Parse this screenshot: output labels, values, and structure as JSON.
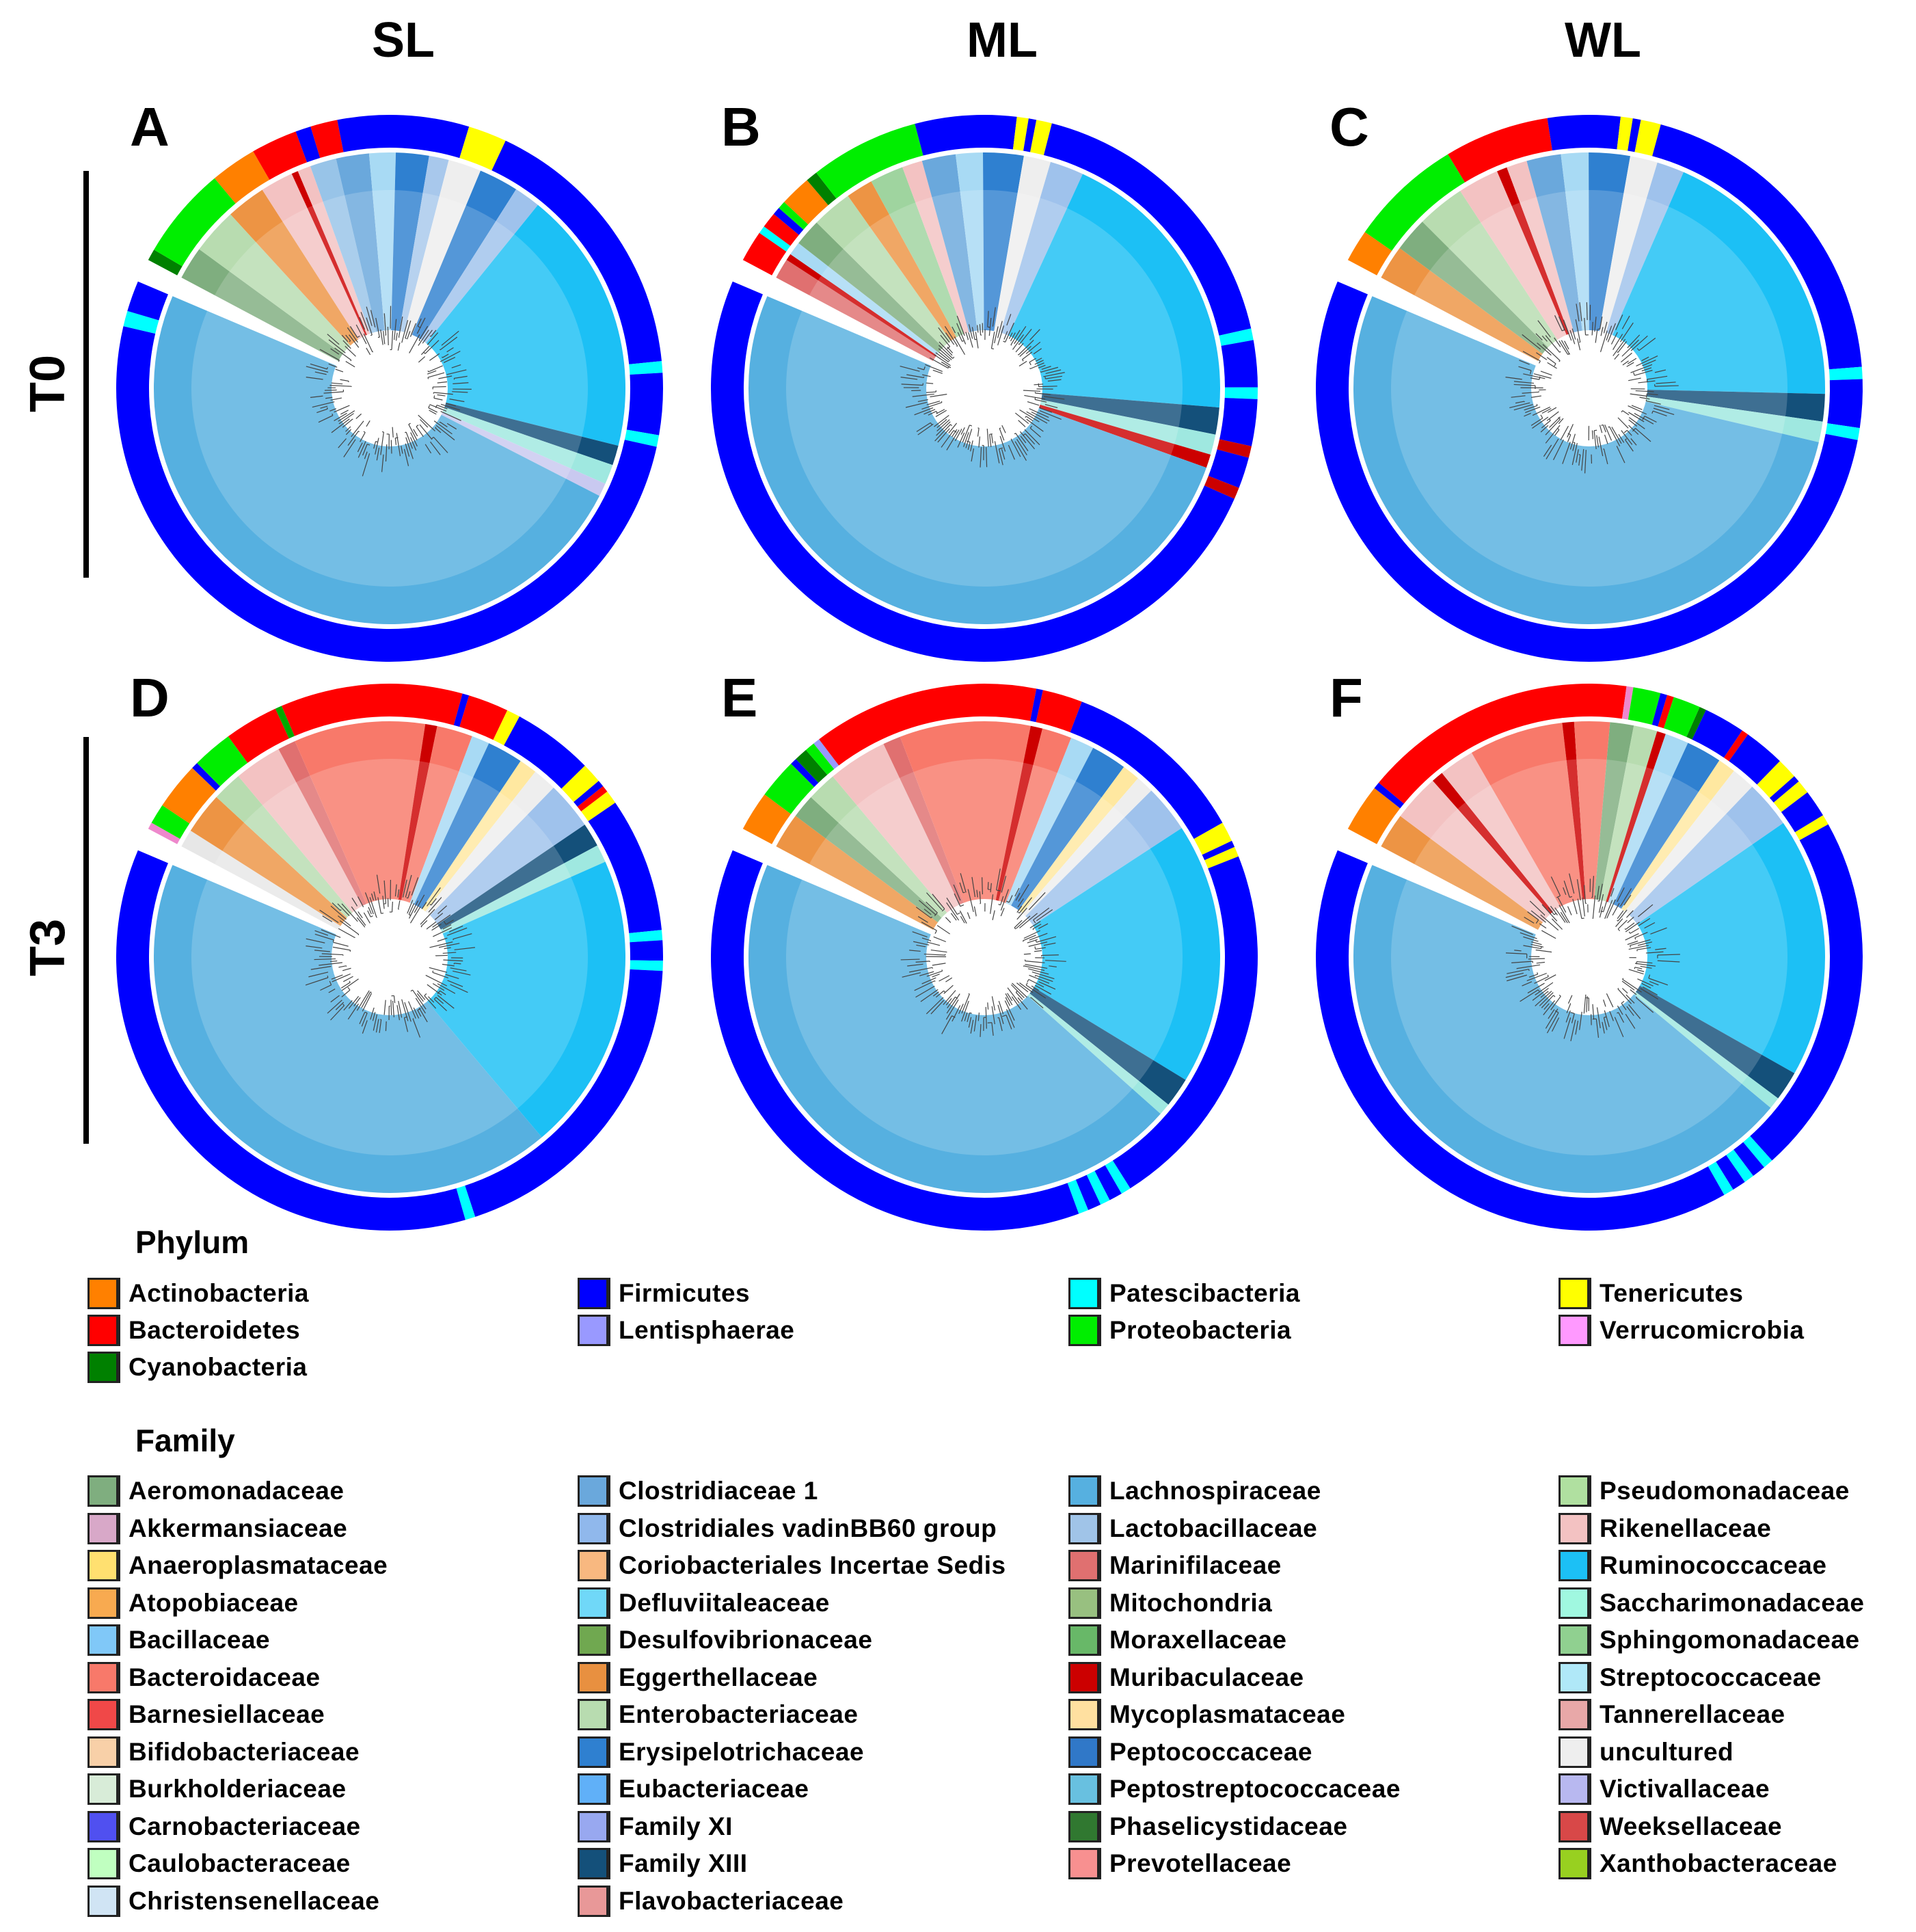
{
  "columns": [
    "SL",
    "ML",
    "WL"
  ],
  "rows": [
    "T0",
    "T3"
  ],
  "panels": [
    {
      "letter": "A",
      "phylum_ring": [
        [
          "#008000",
          1.5
        ],
        [
          "#00ee00",
          12
        ],
        [
          "#ff8000",
          6
        ],
        [
          "#ff0000",
          6
        ],
        [
          "#0000ff",
          2
        ],
        [
          "#ff0000",
          3.5
        ],
        [
          "#0000ff",
          17
        ],
        [
          "#ffff00",
          5
        ],
        [
          "#0000ff",
          36
        ],
        [
          "#00ffff",
          1.5
        ],
        [
          "#0000ff",
          8
        ],
        [
          "#00ffff",
          1.5
        ],
        [
          "#0000ff",
          110
        ],
        [
          "#00ffff",
          2
        ],
        [
          "#0000ff",
          4
        ]
      ],
      "family_wedges": [
        [
          "#7fae7f",
          5
        ],
        [
          "#b8dcb0",
          7
        ],
        [
          "#ed9444",
          6
        ],
        [
          "#f3c2c2",
          5
        ],
        [
          "#cc0000",
          1
        ],
        [
          "#f3c2c2",
          2
        ],
        [
          "#98c4e8",
          4
        ],
        [
          "#6aa8dc",
          5
        ],
        [
          "#a8daf4",
          4
        ],
        [
          "#2f80d0",
          5
        ],
        [
          "#a8c8ec",
          3
        ],
        [
          "#eeeeee",
          5
        ],
        [
          "#2f80d0",
          6
        ],
        [
          "#9fc2ec",
          4
        ],
        [
          "#1cc0f5",
          40
        ],
        [
          "#14507a",
          3
        ],
        [
          "#9fe8e0",
          3
        ],
        [
          "#c9c9f0",
          2
        ],
        [
          "#56b0e0",
          108
        ]
      ]
    },
    {
      "letter": "B",
      "phylum_ring": [
        [
          "#ff0000",
          4
        ],
        [
          "#00ffff",
          1
        ],
        [
          "#ff0000",
          2
        ],
        [
          "#0000ff",
          1
        ],
        [
          "#00ee00",
          1
        ],
        [
          "#ff8000",
          4
        ],
        [
          "#008000",
          1.5
        ],
        [
          "#00ee00",
          14
        ],
        [
          "#0000ff",
          13
        ],
        [
          "#ffff00",
          1.5
        ],
        [
          "#0000ff",
          1
        ],
        [
          "#ffff00",
          2
        ],
        [
          "#0000ff",
          38
        ],
        [
          "#00ffff",
          1.5
        ],
        [
          "#0000ff",
          6
        ],
        [
          "#00ffff",
          1.5
        ],
        [
          "#0000ff",
          6
        ],
        [
          "#cc0000",
          1.5
        ],
        [
          "#0000ff",
          4
        ],
        [
          "#cc0000",
          1.5
        ],
        [
          "#0000ff",
          108
        ]
      ],
      "family_wedges": [
        [
          "#e07070",
          3
        ],
        [
          "#cc0000",
          1
        ],
        [
          "#a8daf4",
          2
        ],
        [
          "#7fae7f",
          4
        ],
        [
          "#b8dcb0",
          6
        ],
        [
          "#ed9444",
          4
        ],
        [
          "#9fd49f",
          5
        ],
        [
          "#f3c2c2",
          3
        ],
        [
          "#6aa8dc",
          5
        ],
        [
          "#a8daf4",
          4
        ],
        [
          "#2f80d0",
          6
        ],
        [
          "#eeeeee",
          4
        ],
        [
          "#9fc2ec",
          5
        ],
        [
          "#1cc0f5",
          42
        ],
        [
          "#14507a",
          4
        ],
        [
          "#9fe8e0",
          3
        ],
        [
          "#cc0000",
          2
        ],
        [
          "#56b0e0",
          110
        ]
      ]
    },
    {
      "letter": "C",
      "phylum_ring": [
        [
          "#ff8000",
          4
        ],
        [
          "#00ee00",
          14
        ],
        [
          "#ff0000",
          13
        ],
        [
          "#0000ff",
          9
        ],
        [
          "#ffff00",
          1.5
        ],
        [
          "#0000ff",
          1
        ],
        [
          "#ffff00",
          2.5
        ],
        [
          "#0000ff",
          41
        ],
        [
          "#00ffff",
          1.5
        ],
        [
          "#0000ff",
          6
        ],
        [
          "#00ffff",
          1.5
        ],
        [
          "#0000ff",
          112
        ]
      ],
      "family_wedges": [
        [
          "#ed9444",
          5
        ],
        [
          "#7fae7f",
          5
        ],
        [
          "#b8dcb0",
          7
        ],
        [
          "#f3c2c2",
          6
        ],
        [
          "#cc0000",
          1.5
        ],
        [
          "#f3c2c2",
          3
        ],
        [
          "#6aa8dc",
          5
        ],
        [
          "#a8daf4",
          4
        ],
        [
          "#2f80d0",
          6
        ],
        [
          "#eeeeee",
          4
        ],
        [
          "#9fc2ec",
          4
        ],
        [
          "#1cc0f5",
          40
        ],
        [
          "#14507a",
          4
        ],
        [
          "#9fe8e0",
          3
        ],
        [
          "#56b0e0",
          112
        ]
      ]
    },
    {
      "letter": "D",
      "phylum_ring": [
        [
          "#ee88cc",
          1
        ],
        [
          "#00ee00",
          3
        ],
        [
          "#ff8000",
          7
        ],
        [
          "#0000ff",
          1
        ],
        [
          "#00ee00",
          6
        ],
        [
          "#ff0000",
          8
        ],
        [
          "#00aa00",
          1
        ],
        [
          "#ff0000",
          27
        ],
        [
          "#0000ff",
          1
        ],
        [
          "#ff0000",
          6
        ],
        [
          "#ffff00",
          2
        ],
        [
          "#0000ff",
          12
        ],
        [
          "#ffff00",
          3
        ],
        [
          "#0000ff",
          1
        ],
        [
          "#ff0000",
          1
        ],
        [
          "#ffff00",
          2
        ],
        [
          "#0000ff",
          20
        ],
        [
          "#00ffff",
          1.5
        ],
        [
          "#0000ff",
          3
        ],
        [
          "#00ffff",
          1.5
        ],
        [
          "#0000ff",
          48
        ],
        [
          "#00ffff",
          1.5
        ],
        [
          "#0000ff",
          90
        ]
      ],
      "family_wedges": [
        [
          "#e7e7e7",
          3
        ],
        [
          "#ed9444",
          7
        ],
        [
          "#b8dcb0",
          5
        ],
        [
          "#f3c2c2",
          8
        ],
        [
          "#e07070",
          3
        ],
        [
          "#f8796a",
          22
        ],
        [
          "#cc0000",
          2
        ],
        [
          "#f8796a",
          6
        ],
        [
          "#a8daf4",
          3
        ],
        [
          "#2f80d0",
          6
        ],
        [
          "#ffe8a0",
          3
        ],
        [
          "#eeeeee",
          4
        ],
        [
          "#9fc2ec",
          8
        ],
        [
          "#14507a",
          4
        ],
        [
          "#9fe8e0",
          3
        ],
        [
          "#1cc0f5",
          50
        ],
        [
          "#56b0e0",
          104
        ]
      ]
    },
    {
      "letter": "E",
      "phylum_ring": [
        [
          "#ff8000",
          6
        ],
        [
          "#00ee00",
          6
        ],
        [
          "#0000ff",
          1
        ],
        [
          "#008000",
          2
        ],
        [
          "#00ee00",
          1.5
        ],
        [
          "#9999ff",
          1
        ],
        [
          "#ff0000",
          34
        ],
        [
          "#0000ff",
          1
        ],
        [
          "#ff0000",
          6
        ],
        [
          "#0000ff",
          28
        ],
        [
          "#ffff00",
          3
        ],
        [
          "#0000ff",
          1
        ],
        [
          "#ffff00",
          1.5
        ],
        [
          "#0000ff",
          56
        ],
        [
          "#00ffff",
          1.5
        ],
        [
          "#0000ff",
          2
        ],
        [
          "#00ffff",
          1.5
        ],
        [
          "#0000ff",
          2
        ],
        [
          "#00ffff",
          1.5
        ],
        [
          "#0000ff",
          94
        ]
      ],
      "family_wedges": [
        [
          "#ed9444",
          6
        ],
        [
          "#7fae7f",
          4
        ],
        [
          "#b8dcb0",
          5
        ],
        [
          "#f3c2c2",
          10
        ],
        [
          "#e07070",
          3
        ],
        [
          "#f8796a",
          22
        ],
        [
          "#cc0000",
          2
        ],
        [
          "#f8796a",
          5
        ],
        [
          "#a8daf4",
          4
        ],
        [
          "#2f80d0",
          6
        ],
        [
          "#ffe8a0",
          3
        ],
        [
          "#eeeeee",
          3
        ],
        [
          "#9fc2ec",
          8
        ],
        [
          "#1cc0f5",
          44
        ],
        [
          "#14507a",
          5
        ],
        [
          "#9fe8e0",
          2
        ],
        [
          "#56b0e0",
          110
        ]
      ]
    },
    {
      "letter": "F",
      "phylum_ring": [
        [
          "#ff8000",
          7
        ],
        [
          "#0000ff",
          1
        ],
        [
          "#ff0000",
          40
        ],
        [
          "#ee88cc",
          1
        ],
        [
          "#00ee00",
          4
        ],
        [
          "#0000ff",
          1
        ],
        [
          "#ff0000",
          1
        ],
        [
          "#00ee00",
          4
        ],
        [
          "#008000",
          1
        ],
        [
          "#0000ff",
          6
        ],
        [
          "#ff0000",
          1
        ],
        [
          "#0000ff",
          6
        ],
        [
          "#ffff00",
          3
        ],
        [
          "#0000ff",
          1
        ],
        [
          "#ffff00",
          2
        ],
        [
          "#0000ff",
          4
        ],
        [
          "#ffff00",
          1.5
        ],
        [
          "#0000ff",
          53
        ],
        [
          "#00ffff",
          1.5
        ],
        [
          "#0000ff",
          2
        ],
        [
          "#00ffff",
          1.5
        ],
        [
          "#0000ff",
          2
        ],
        [
          "#00ffff",
          1.5
        ],
        [
          "#0000ff",
          98
        ]
      ],
      "family_wedges": [
        [
          "#ed9444",
          6
        ],
        [
          "#f3c2c2",
          8
        ],
        [
          "#cc0000",
          2
        ],
        [
          "#f3c2c2",
          6
        ],
        [
          "#f8796a",
          16
        ],
        [
          "#cc0000",
          2
        ],
        [
          "#f8796a",
          6
        ],
        [
          "#7fae7f",
          4
        ],
        [
          "#b8dcb0",
          4
        ],
        [
          "#cc0000",
          1.5
        ],
        [
          "#a8daf4",
          4
        ],
        [
          "#2f80d0",
          6
        ],
        [
          "#ffe8a0",
          3
        ],
        [
          "#eeeeee",
          4
        ],
        [
          "#9fc2ec",
          8
        ],
        [
          "#1cc0f5",
          44
        ],
        [
          "#14507a",
          5
        ],
        [
          "#9fe8e0",
          2
        ],
        [
          "#56b0e0",
          112
        ]
      ]
    }
  ],
  "legend": {
    "phylum_title": "Phylum",
    "phylum": [
      {
        "label": "Actinobacteria",
        "color": "#ff8000"
      },
      {
        "label": "Bacteroidetes",
        "color": "#ff0000"
      },
      {
        "label": "Cyanobacteria",
        "color": "#008000"
      },
      {
        "label": "Firmicutes",
        "color": "#0000ff"
      },
      {
        "label": "Lentisphaerae",
        "color": "#9999ff"
      },
      {
        "label": "Patescibacteria",
        "color": "#00ffff"
      },
      {
        "label": "Proteobacteria",
        "color": "#00ee00"
      },
      {
        "label": "Tenericutes",
        "color": "#ffff00"
      },
      {
        "label": "Verrucomicrobia",
        "color": "#ff99ff"
      }
    ],
    "family_title": "Family",
    "family": [
      {
        "label": "Aeromonadaceae",
        "color": "#7fae7f"
      },
      {
        "label": "Akkermansiaceae",
        "color": "#d8a8c8"
      },
      {
        "label": "Anaeroplasmataceae",
        "color": "#ffe070"
      },
      {
        "label": "Atopobiaceae",
        "color": "#f8aa50"
      },
      {
        "label": "Bacillaceae",
        "color": "#80c8f8"
      },
      {
        "label": "Bacteroidaceae",
        "color": "#f8796a"
      },
      {
        "label": "Barnesiellaceae",
        "color": "#f04848"
      },
      {
        "label": "Bifidobacteriaceae",
        "color": "#f8d0a8"
      },
      {
        "label": "Burkholderiaceae",
        "color": "#d8ecd8"
      },
      {
        "label": "Carnobacteriaceae",
        "color": "#5050f0"
      },
      {
        "label": "Caulobacteraceae",
        "color": "#c0ffc0"
      },
      {
        "label": "Christensenellaceae",
        "color": "#d0e4f4"
      },
      {
        "label": "Clostridiaceae 1",
        "color": "#6aa8dc"
      },
      {
        "label": "Clostridiales vadinBB60 group",
        "color": "#90b8ec"
      },
      {
        "label": "Coriobacteriales Incertae Sedis",
        "color": "#f8b880"
      },
      {
        "label": "Defluviitaleaceae",
        "color": "#70d8f8"
      },
      {
        "label": "Desulfovibrionaceae",
        "color": "#70a850"
      },
      {
        "label": "Eggerthellaceae",
        "color": "#e89040"
      },
      {
        "label": "Enterobacteriaceae",
        "color": "#b8dcb0"
      },
      {
        "label": "Erysipelotrichaceae",
        "color": "#2f80d0"
      },
      {
        "label": "Eubacteriaceae",
        "color": "#60b0f8"
      },
      {
        "label": "Family XI",
        "color": "#98a8f0"
      },
      {
        "label": "Family XIII",
        "color": "#14507a"
      },
      {
        "label": "Flavobacteriaceae",
        "color": "#e89898"
      },
      {
        "label": "Lachnospiraceae",
        "color": "#56b0e0"
      },
      {
        "label": "Lactobacillaceae",
        "color": "#a0c4e8"
      },
      {
        "label": "Marinifilaceae",
        "color": "#e07070"
      },
      {
        "label": "Mitochondria",
        "color": "#98c080"
      },
      {
        "label": "Moraxellaceae",
        "color": "#68b868"
      },
      {
        "label": "Muribaculaceae",
        "color": "#cc0000"
      },
      {
        "label": "Mycoplasmataceae",
        "color": "#ffe0a0"
      },
      {
        "label": "Peptococcaceae",
        "color": "#3078c8"
      },
      {
        "label": "Peptostreptococcaceae",
        "color": "#68c0e0"
      },
      {
        "label": "Phaselicystidaceae",
        "color": "#307830"
      },
      {
        "label": "Prevotellaceae",
        "color": "#f89090"
      },
      {
        "label": "Pseudomonadaceae",
        "color": "#b0e0a0"
      },
      {
        "label": "Rikenellaceae",
        "color": "#f3c2c2"
      },
      {
        "label": "Ruminococcaceae",
        "color": "#1cc0f5"
      },
      {
        "label": "Saccharimonadaceae",
        "color": "#a0f8e0"
      },
      {
        "label": "Sphingomonadaceae",
        "color": "#90d090"
      },
      {
        "label": "Streptococcaceae",
        "color": "#b0e8f8"
      },
      {
        "label": "Tannerellaceae",
        "color": "#e8a8a8"
      },
      {
        "label": "uncultured",
        "color": "#eeeeee"
      },
      {
        "label": "Victivallaceae",
        "color": "#b8b8f0"
      },
      {
        "label": "Weeksellaceae",
        "color": "#d84848"
      },
      {
        "label": "Xanthobacteraceae",
        "color": "#98d020"
      }
    ]
  }
}
